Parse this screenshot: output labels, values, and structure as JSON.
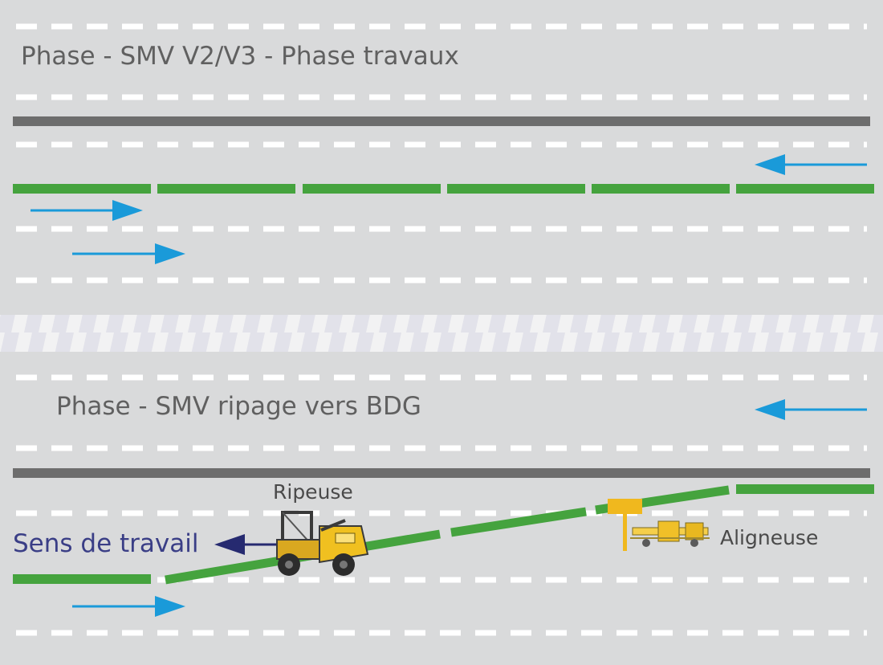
{
  "top_phase": {
    "title": "Phase - SMV V2/V3 - Phase travaux"
  },
  "bottom_phase": {
    "title": "Phase - SMV ripage vers BDG",
    "work_direction_label": "Sens de travail",
    "machine_1_label": "Ripeuse",
    "machine_2_label": "Aligneuse"
  },
  "colors": {
    "background": "#d9dadb",
    "lane_dash": "#ffffff",
    "barrier": "#6d6d6d",
    "green_line": "#45a33e",
    "traffic_arrow": "#1a9ad9",
    "work_arrow": "#262a70",
    "separator_light": "#f2f2f2",
    "separator_dark": "#e3e3ea",
    "machine_yellow": "#f0c020"
  },
  "icons": {
    "traffic": "arrow-icon",
    "ripeuse": "ripeuse-machine-icon",
    "aligneuse": "aligneuse-machine-icon"
  }
}
